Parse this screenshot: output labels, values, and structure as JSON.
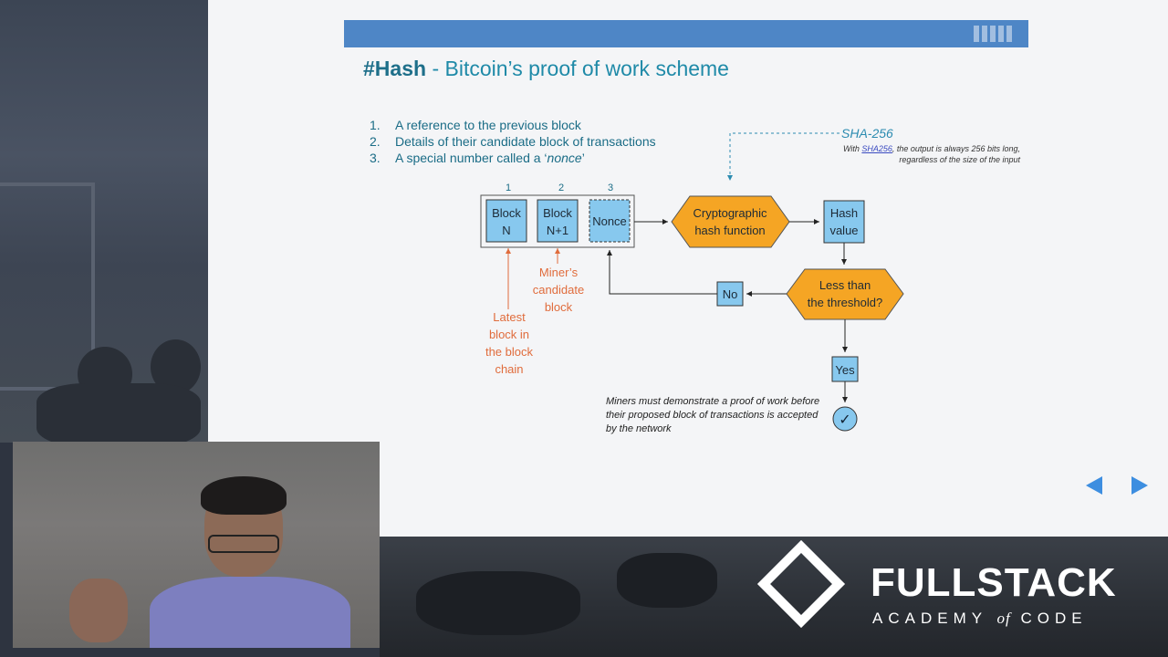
{
  "slide": {
    "title_hash": "#Hash",
    "title_rest": "- Bitcoin’s proof of work scheme",
    "list": [
      {
        "num": "1.",
        "text": "A reference to the previous block"
      },
      {
        "num": "2.",
        "text": "Details of their candidate block of transactions"
      },
      {
        "num": "3.",
        "text_before": "A special number called a ‘",
        "text_em": "nonce",
        "text_after": "’"
      }
    ],
    "sha": {
      "title": "SHA-256",
      "note_pre": "With ",
      "note_link": "SHA256",
      "note_post": ", the output is always 256 bits long, regardless of the size of the input"
    },
    "diagram": {
      "col_numbers": [
        "1",
        "2",
        "3"
      ],
      "block_n": [
        "Block",
        "N"
      ],
      "block_n1": [
        "Block",
        "N+1"
      ],
      "nonce": "Nonce",
      "crypto": [
        "Cryptographic",
        "hash function"
      ],
      "hash_value": [
        "Hash",
        "value"
      ],
      "threshold": [
        "Less than",
        "the threshold?"
      ],
      "no": "No",
      "yes": "Yes",
      "check": "✓",
      "miners_candidate": [
        "Miner’s",
        "candidate",
        "block"
      ],
      "latest_block": [
        "Latest",
        "block in",
        "the block",
        "chain"
      ]
    },
    "miner_note": "Miners must demonstrate a proof of work before their proposed block of transactions is accepted by the network",
    "nav": {
      "prev": "previous-slide",
      "next": "next-slide"
    }
  },
  "brand": {
    "name": "FULLSTACK",
    "tag_pre": "ACADEMY",
    "tag_of": "of",
    "tag_post": "CODE"
  },
  "colors": {
    "bar_blue": "#4e86c6",
    "box_blue": "#87c8ee",
    "diamond_orange": "#f5a524",
    "label_orange": "#e06c3c",
    "title_teal": "#1f8aa8"
  }
}
